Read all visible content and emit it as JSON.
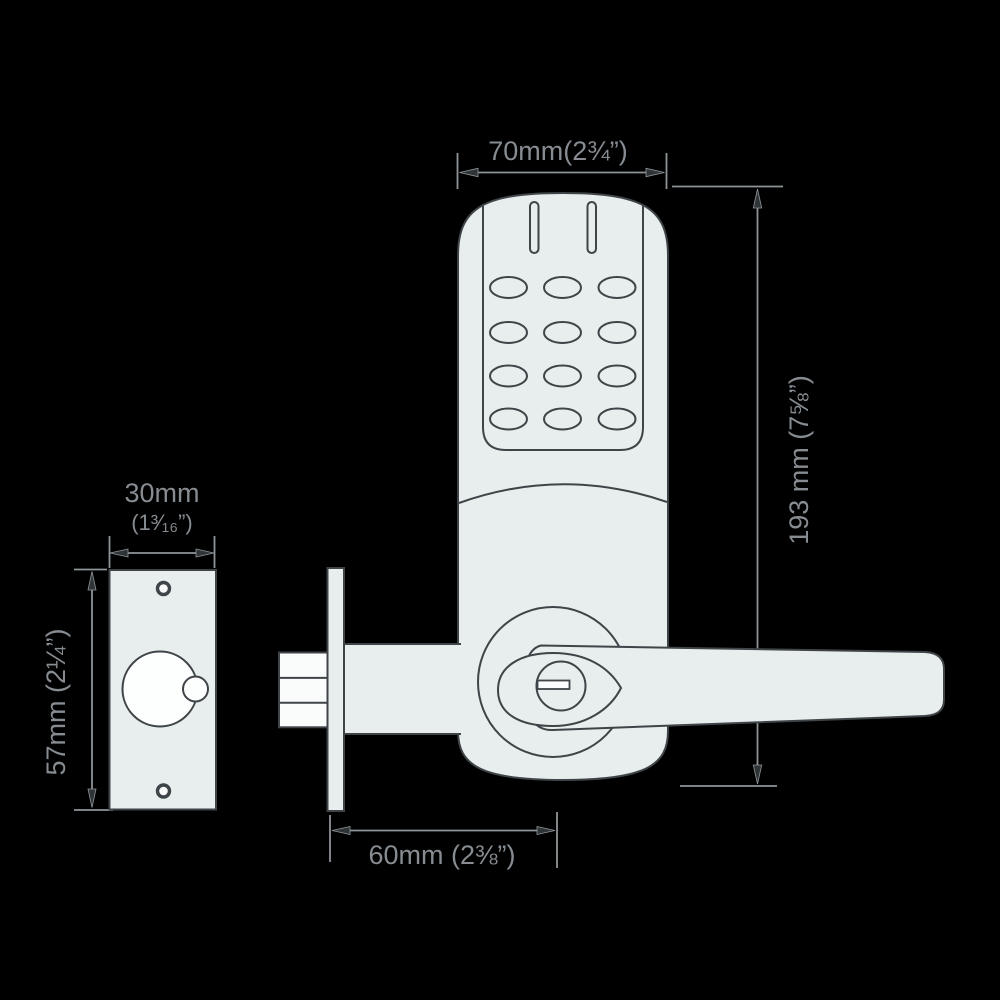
{
  "diagram": {
    "subject": "keypad-door-lock-dimension-drawing",
    "background_color": "#000000",
    "part_fill_color": "#e8eded",
    "outline_color": "#3e4448",
    "dimension_color": "#8e9498",
    "hole_fill_color": "#fdfefe",
    "keypad": {
      "button_rows": 4,
      "button_columns": 3,
      "speaker_slots": 2
    },
    "dimensions": {
      "body_width_top": "70mm(2¾”)",
      "body_height_right": "193 mm (7⅝”)",
      "plate_width_line1": "30mm",
      "plate_width_line2": "(1³⁄₁₆”)",
      "plate_height_left": "57mm (2¼”)",
      "backset_bottom": "60mm (2⅜”)"
    }
  }
}
